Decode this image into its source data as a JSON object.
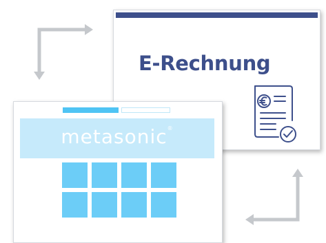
{
  "back_window": {
    "title": "E-Rechnung",
    "icon": "euro-invoice-check-icon"
  },
  "front_window": {
    "logo_text": "metasonic",
    "logo_mark": "®",
    "tabs": [
      {
        "state": "active"
      },
      {
        "state": "inactive"
      }
    ],
    "tiles_rows": 2,
    "tiles_cols": 4
  },
  "colors": {
    "navy": "#3d4f8b",
    "tab_blue": "#4fc4f4",
    "banner_bg": "#c6eafb",
    "tile_blue": "#6ccdf7",
    "arrow_gray": "#c5c8cc"
  }
}
